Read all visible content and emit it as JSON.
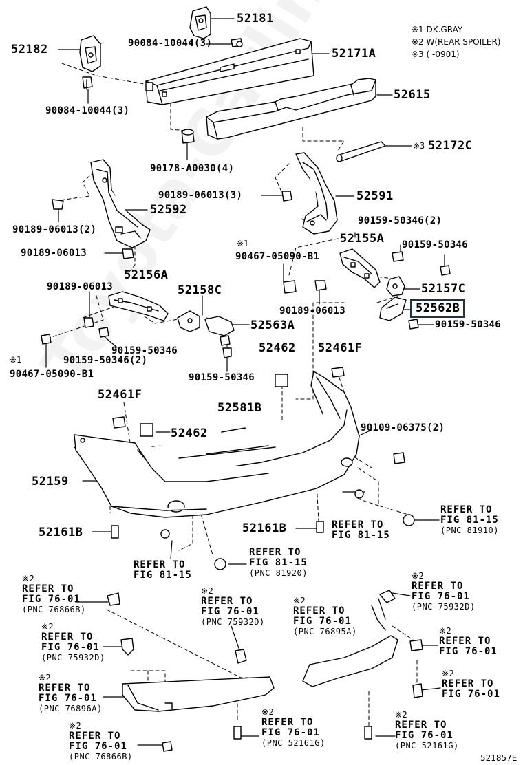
{
  "watermark": "Toyota-Carline.ru",
  "legend": {
    "line1": "※1 DK.GRAY",
    "line2": "※2 W(REAR SPOILER)",
    "line3": "※3 (      -0901)"
  },
  "labels": {
    "p52181": "52181",
    "p52182": "52182",
    "p90084a": "90084-10044(3)",
    "p90084b": "90084-10044(3)",
    "p52171A": "52171A",
    "p52615": "52615",
    "p52172C_mark": "※3",
    "p52172C": "52172C",
    "p90178": "90178-A0030(4)",
    "p90189_3": "90189-06013(3)",
    "p52591": "52591",
    "p52592": "52592",
    "p90189_2": "90189-06013(2)",
    "p90189_l1": "90189-06013",
    "p90159_2a": "90159-50346(2)",
    "p52155A": "52155A",
    "p90159_r1": "90159-50346",
    "p90467_mark_r": "※1",
    "p90467_r": "90467-05090-B1",
    "p52156A": "52156A",
    "p90189_l2": "90189-06013",
    "p52158C": "52158C",
    "p52157C": "52157C",
    "p90189_mid": "90189-06013",
    "p52562B": "52562B",
    "p90159_r2": "90159-50346",
    "p52563A": "52563A",
    "p90159_m1": "90159-50346",
    "p90159_m2": "90159-50346(2)",
    "p90467_mark_l": "※1",
    "p90467_l": "90467-05090-B1",
    "p52462a": "52462",
    "p52461Fa": "52461F",
    "p90159_m3": "90159-50346",
    "p52461Fb": "52461F",
    "p52581B": "52581B",
    "p90109": "90109-06375(2)",
    "p52462b": "52462",
    "p52159": "52159",
    "p52161Ba": "52161B",
    "p52161Bb": "52161B"
  },
  "refs": [
    {
      "mark": "",
      "l1": "REFER TO",
      "l2": "FIG 81-15",
      "l3": "(PNC 81910)"
    },
    {
      "mark": "",
      "l1": "REFER TO",
      "l2": "FIG 81-15",
      "l3": ""
    },
    {
      "mark": "",
      "l1": "REFER TO",
      "l2": "FIG 81-15",
      "l3": ""
    },
    {
      "mark": "",
      "l1": "REFER TO",
      "l2": "FIG 81-15",
      "l3": "(PNC 81920)"
    },
    {
      "mark": "※2",
      "l1": "REFER TO",
      "l2": "FIG 76-01",
      "l3": "(PNC 76866B)"
    },
    {
      "mark": "※2",
      "l1": "REFER TO",
      "l2": "FIG 76-01",
      "l3": "(PNC 75932D)"
    },
    {
      "mark": "※2",
      "l1": "REFER TO",
      "l2": "FIG 76-01",
      "l3": "(PNC 76895A)"
    },
    {
      "mark": "※2",
      "l1": "REFER TO",
      "l2": "FIG 76-01",
      "l3": "(PNC 75932D)"
    },
    {
      "mark": "※2",
      "l1": "REFER TO",
      "l2": "FIG 76-01",
      "l3": "(PNC 75932D)"
    },
    {
      "mark": "※2",
      "l1": "REFER TO",
      "l2": "FIG 76-01",
      "l3": ""
    },
    {
      "mark": "※2",
      "l1": "REFER TO",
      "l2": "FIG 76-01",
      "l3": "(PNC 76896A)"
    },
    {
      "mark": "※2",
      "l1": "REFER TO",
      "l2": "FIG 76-01",
      "l3": ""
    },
    {
      "mark": "※2",
      "l1": "REFER TO",
      "l2": "FIG 76-01",
      "l3": "(PNC 76866B)"
    },
    {
      "mark": "※2",
      "l1": "REFER TO",
      "l2": "FIG 76-01",
      "l3": "(PNC 52161G)"
    },
    {
      "mark": "※2",
      "l1": "REFER TO",
      "l2": "FIG 76-01",
      "l3": "(PNC 52161G)"
    }
  ],
  "figure_id": "521857E"
}
